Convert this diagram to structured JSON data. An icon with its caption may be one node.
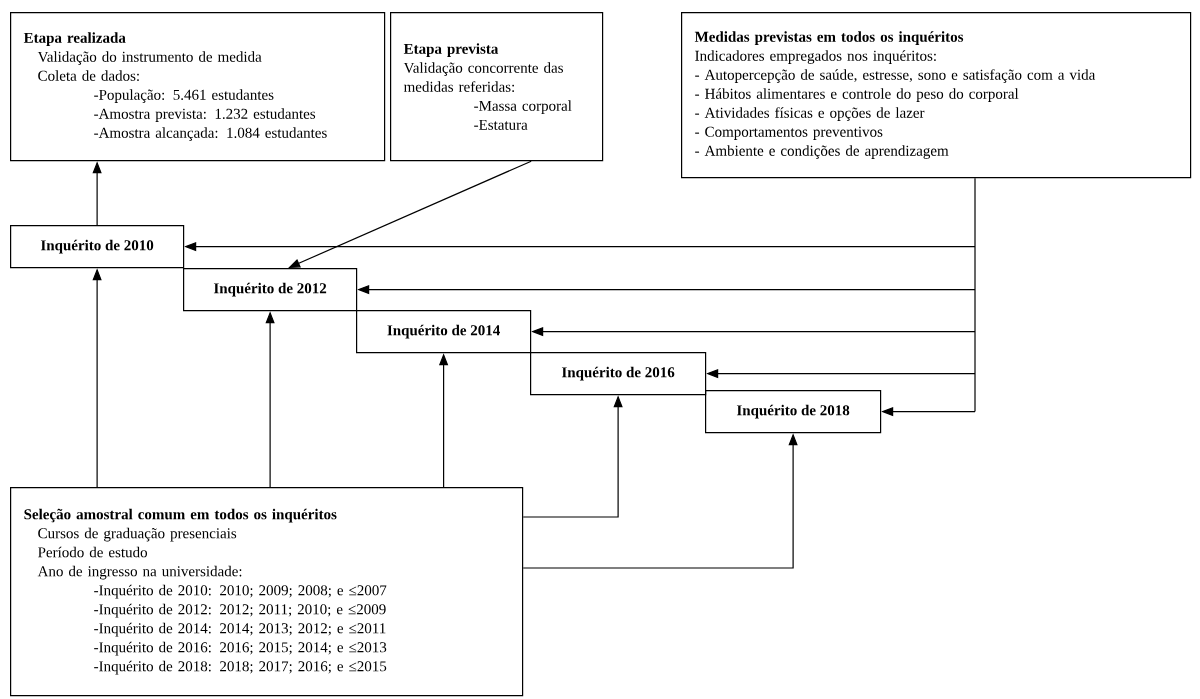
{
  "diagram": {
    "nodes": [
      {
        "text": [
          "Etapa realizada",
          "Validação do instrumento de medida",
          "Coleta de dados:",
          "-População: 5.461 estudantes",
          "-Amostra prevista: 1.232 estudantes",
          "-Amostra alcançada: 1.084 estudantes"
        ]
      },
      {
        "text": [
          "Etapa prevista",
          "Validação concorrente das medidas referidas:",
          "-Massa corporal",
          "-Estatura"
        ]
      },
      {
        "text": [
          "Medidas previstas em todos os inquéritos",
          "Indicadores empregados nos inquéritos:",
          "- Autopercepção de saúde, estresse, sono e satisfação com a vida",
          "- Hábitos alimentares e controle do peso do corporal",
          "- Atividades físicas e opções de lazer",
          "- Comportamentos preventivos",
          "- Ambiente e condições de aprendizagem"
        ]
      },
      {
        "text": [
          "Inquérito de 2010"
        ]
      },
      {
        "text": [
          "Inquérito de 2012"
        ]
      },
      {
        "text": [
          "Inquérito de 2014"
        ]
      },
      {
        "text": [
          "Inquérito de 2016"
        ]
      },
      {
        "text": [
          "Inquérito de 2018"
        ]
      },
      {
        "text": [
          "Seleção amostral comum em todos os inquéritos",
          "Cursos de graduação presenciais",
          "Período de estudo",
          "Ano de ingresso na universidade:",
          "-Inquérito de 2010: 2010; 2009; 2008; e ≤2007",
          "-Inquérito de 2012: 2012; 2011; 2010; e ≤2009",
          "-Inquérito de 2014: 2014; 2013; 2012; e ≤2011",
          "-Inquérito de 2016: 2016; 2015; 2014; e ≤2013",
          "-Inquérito de 2018: 2018; 2017; 2016; e ≤2015"
        ]
      }
    ],
    "edges": [
      {
        "from": 3,
        "to": 0,
        "arrow": "to"
      },
      {
        "from": 1,
        "to": 4,
        "arrow": "to"
      },
      {
        "from": 2,
        "to": 3,
        "arrow": "to"
      },
      {
        "from": 2,
        "to": 4,
        "arrow": "to"
      },
      {
        "from": 2,
        "to": 5,
        "arrow": "to"
      },
      {
        "from": 2,
        "to": 6,
        "arrow": "to"
      },
      {
        "from": 2,
        "to": 7,
        "arrow": "to"
      },
      {
        "from": 8,
        "to": 3,
        "arrow": "to"
      },
      {
        "from": 8,
        "to": 4,
        "arrow": "to"
      },
      {
        "from": 8,
        "to": 5,
        "arrow": "to"
      },
      {
        "from": 8,
        "to": 6,
        "arrow": "to"
      },
      {
        "from": 8,
        "to": 7,
        "arrow": "to"
      }
    ]
  }
}
